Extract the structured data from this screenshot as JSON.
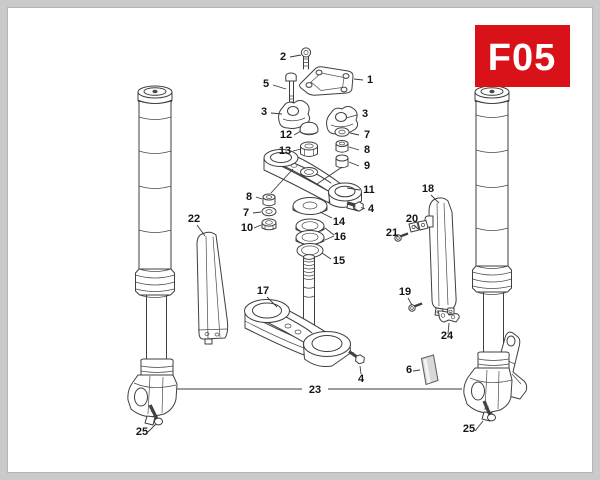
{
  "badge": {
    "label": "F05",
    "background": "#d9121a",
    "text_color": "#ffffff"
  },
  "colors": {
    "frame": "#cacaca",
    "paper": "#ffffff",
    "line_art": "#3f3f3f"
  },
  "callouts": {
    "c1": "1",
    "c2": "2",
    "c3l": "3",
    "c3r": "3",
    "c4r": "4",
    "c4b": "4",
    "c5": "5",
    "c6": "6",
    "c7l": "7",
    "c7r": "7",
    "c8l": "8",
    "c8r": "8",
    "c9": "9",
    "c10": "10",
    "c11": "11",
    "c12": "12",
    "c13": "13",
    "c14": "14",
    "c15": "15",
    "c16": "16",
    "c17": "17",
    "c18": "18",
    "c19": "19",
    "c20": "20",
    "c21": "21",
    "c22": "22",
    "c23": "23",
    "c24": "24",
    "c25l": "25",
    "c25r": "25"
  }
}
